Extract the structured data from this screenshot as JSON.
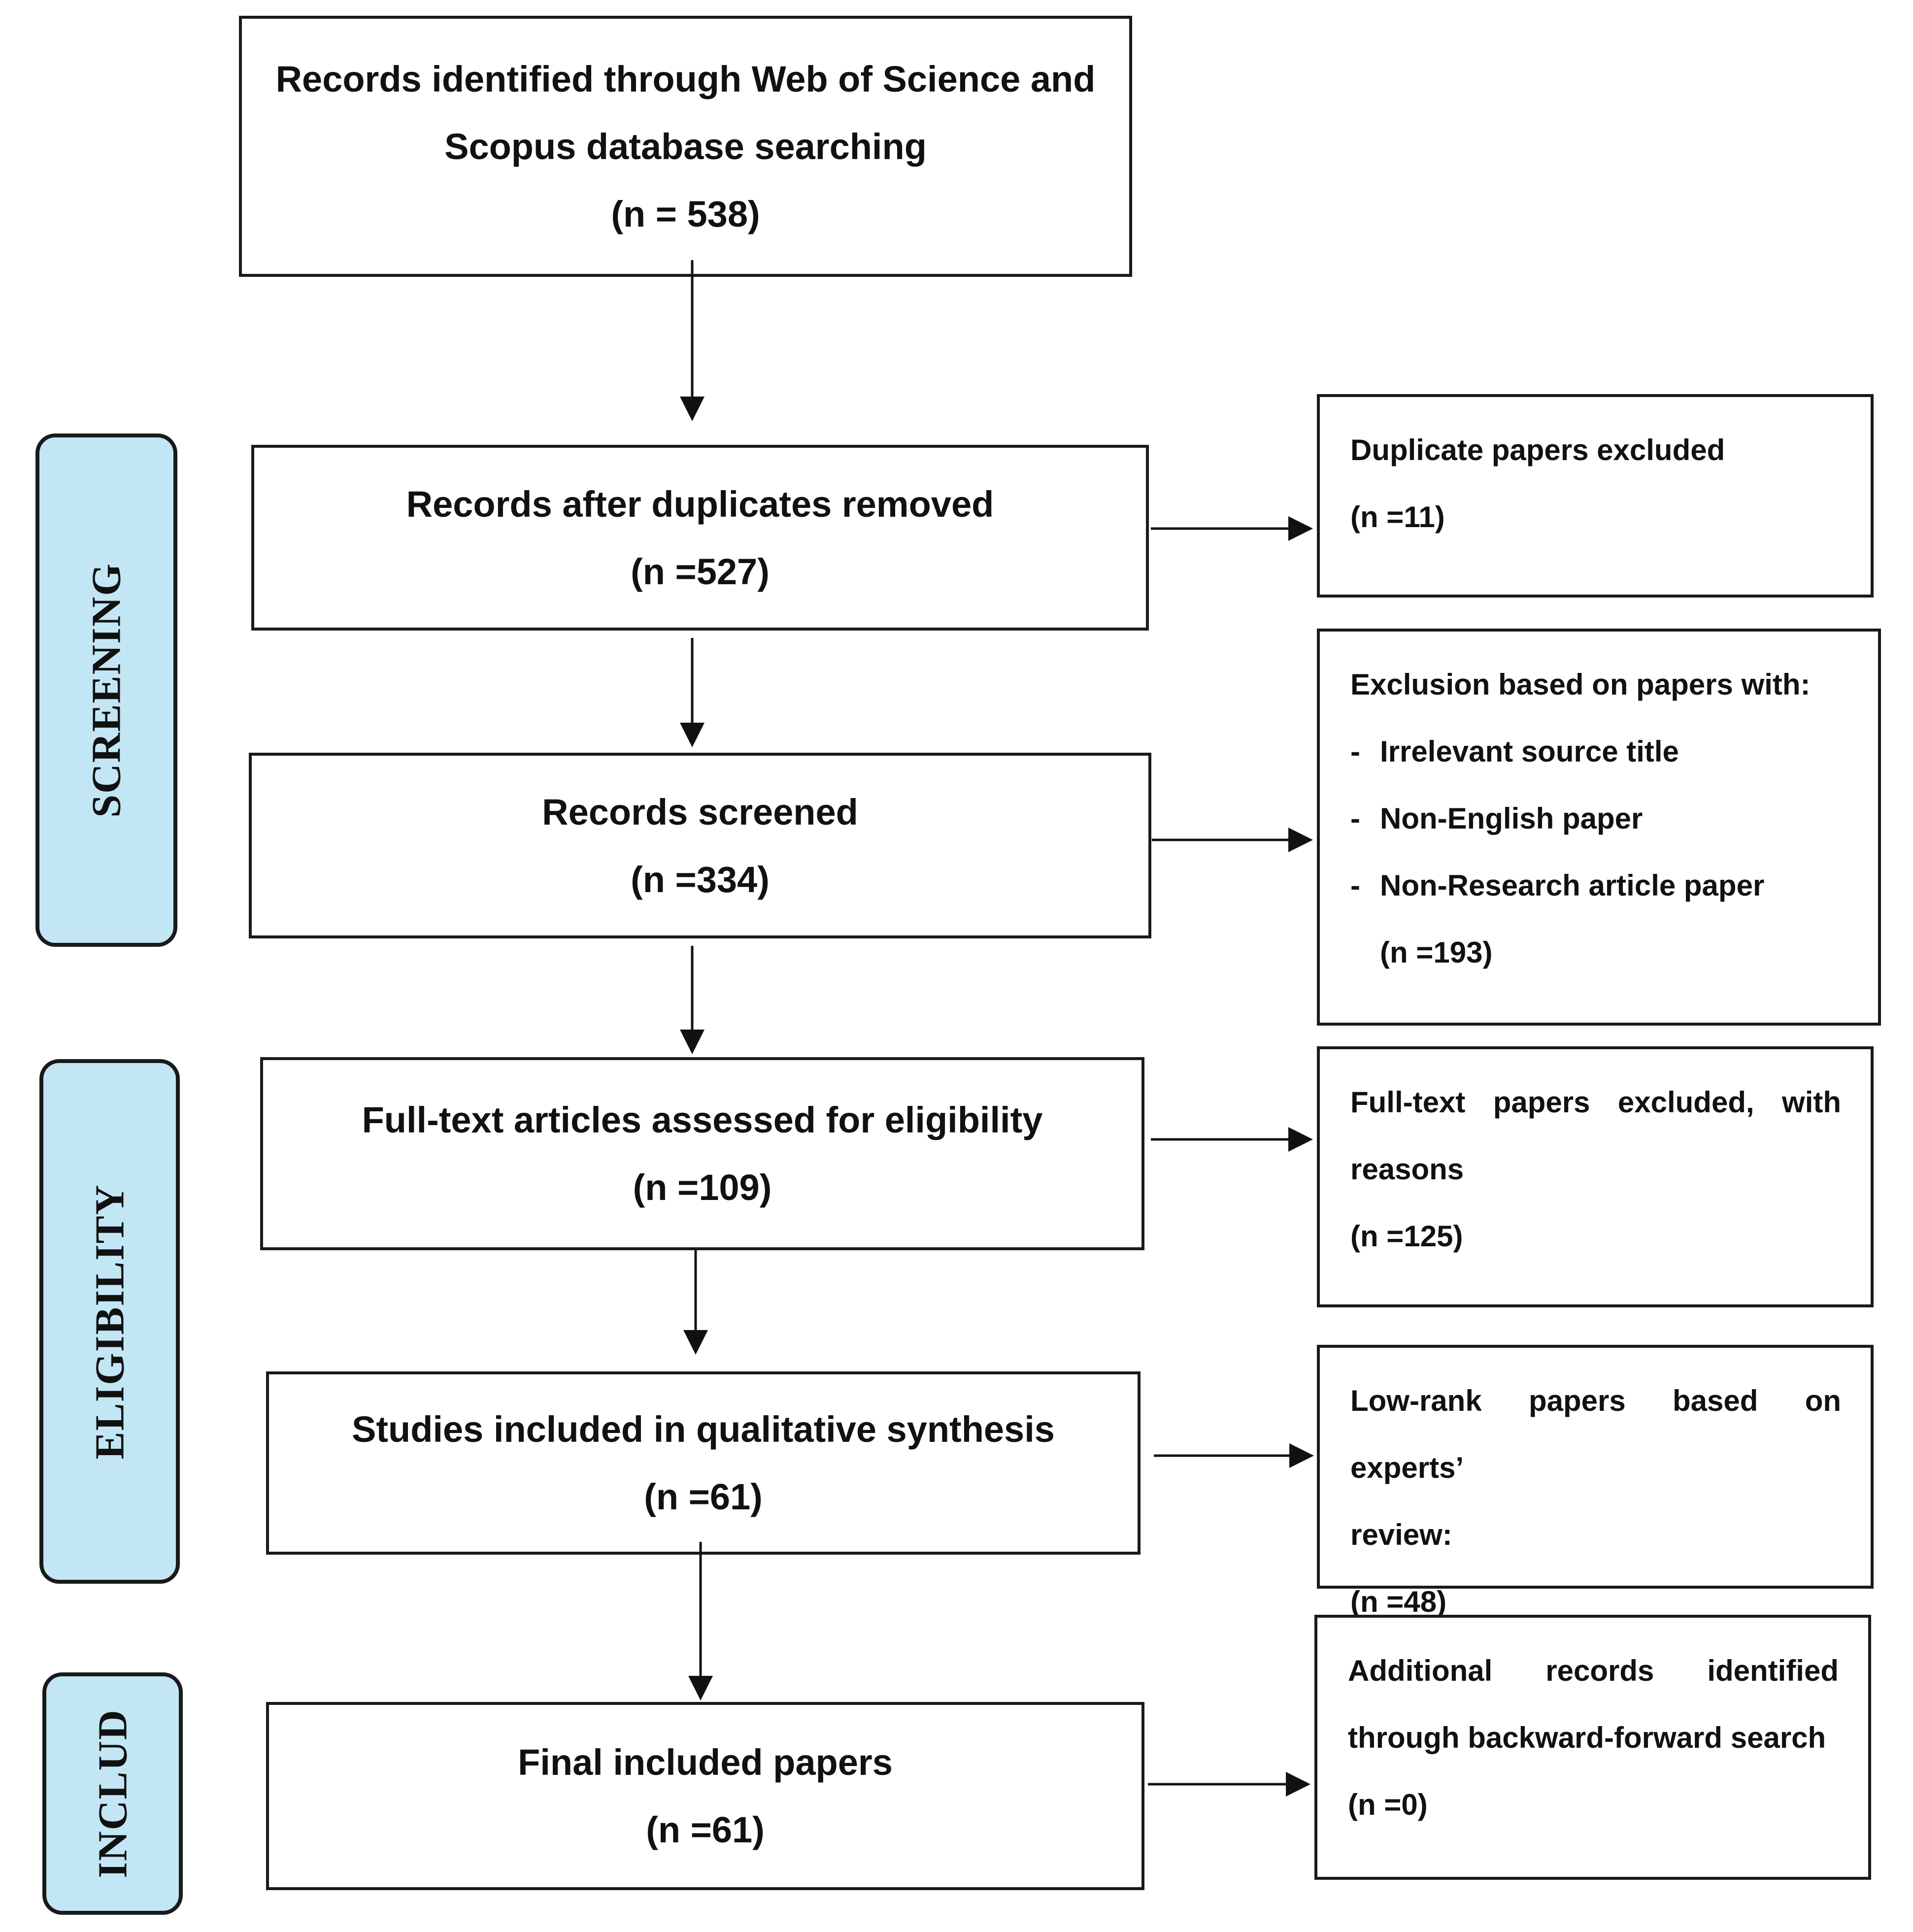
{
  "identification": {
    "text_line1": "Records identified through Web of Science and",
    "text_line2": "Scopus database searching",
    "count": "(n = 538)"
  },
  "phases": {
    "screening": "SCREENING",
    "eligibility": "ELIGIBILITY",
    "included": "INCLUD"
  },
  "steps": {
    "duplicates_removed": {
      "label": "Records after duplicates removed",
      "count": "(n =527)"
    },
    "screened": {
      "label": "Records screened",
      "count": "(n =334)"
    },
    "full_text": {
      "label": "Full-text articles assessed for eligibility",
      "count": "(n =109)"
    },
    "qualitative": {
      "label": "Studies included in qualitative synthesis",
      "count": "(n =61)"
    },
    "final": {
      "label": "Final included papers",
      "count": "(n =61)"
    }
  },
  "exclusions": {
    "duplicates": {
      "line1": "Duplicate papers excluded",
      "count": "(n =11)"
    },
    "screening": {
      "heading": "Exclusion based on papers with:",
      "reasons": [
        "Irrelevant source title",
        "Non-English paper",
        "Non-Research article paper"
      ],
      "dash": "-",
      "count": "(n =193)"
    },
    "full_text": {
      "line1": "Full-text papers excluded, with",
      "line2": "reasons",
      "count": "(n =125)"
    },
    "low_rank": {
      "line1": "Low-rank papers based on experts’",
      "line2": "review:",
      "count": "(n =48)"
    },
    "additional": {
      "line1": "Additional records identified",
      "line2": "through backward-forward search",
      "count": "(n =0)"
    }
  }
}
